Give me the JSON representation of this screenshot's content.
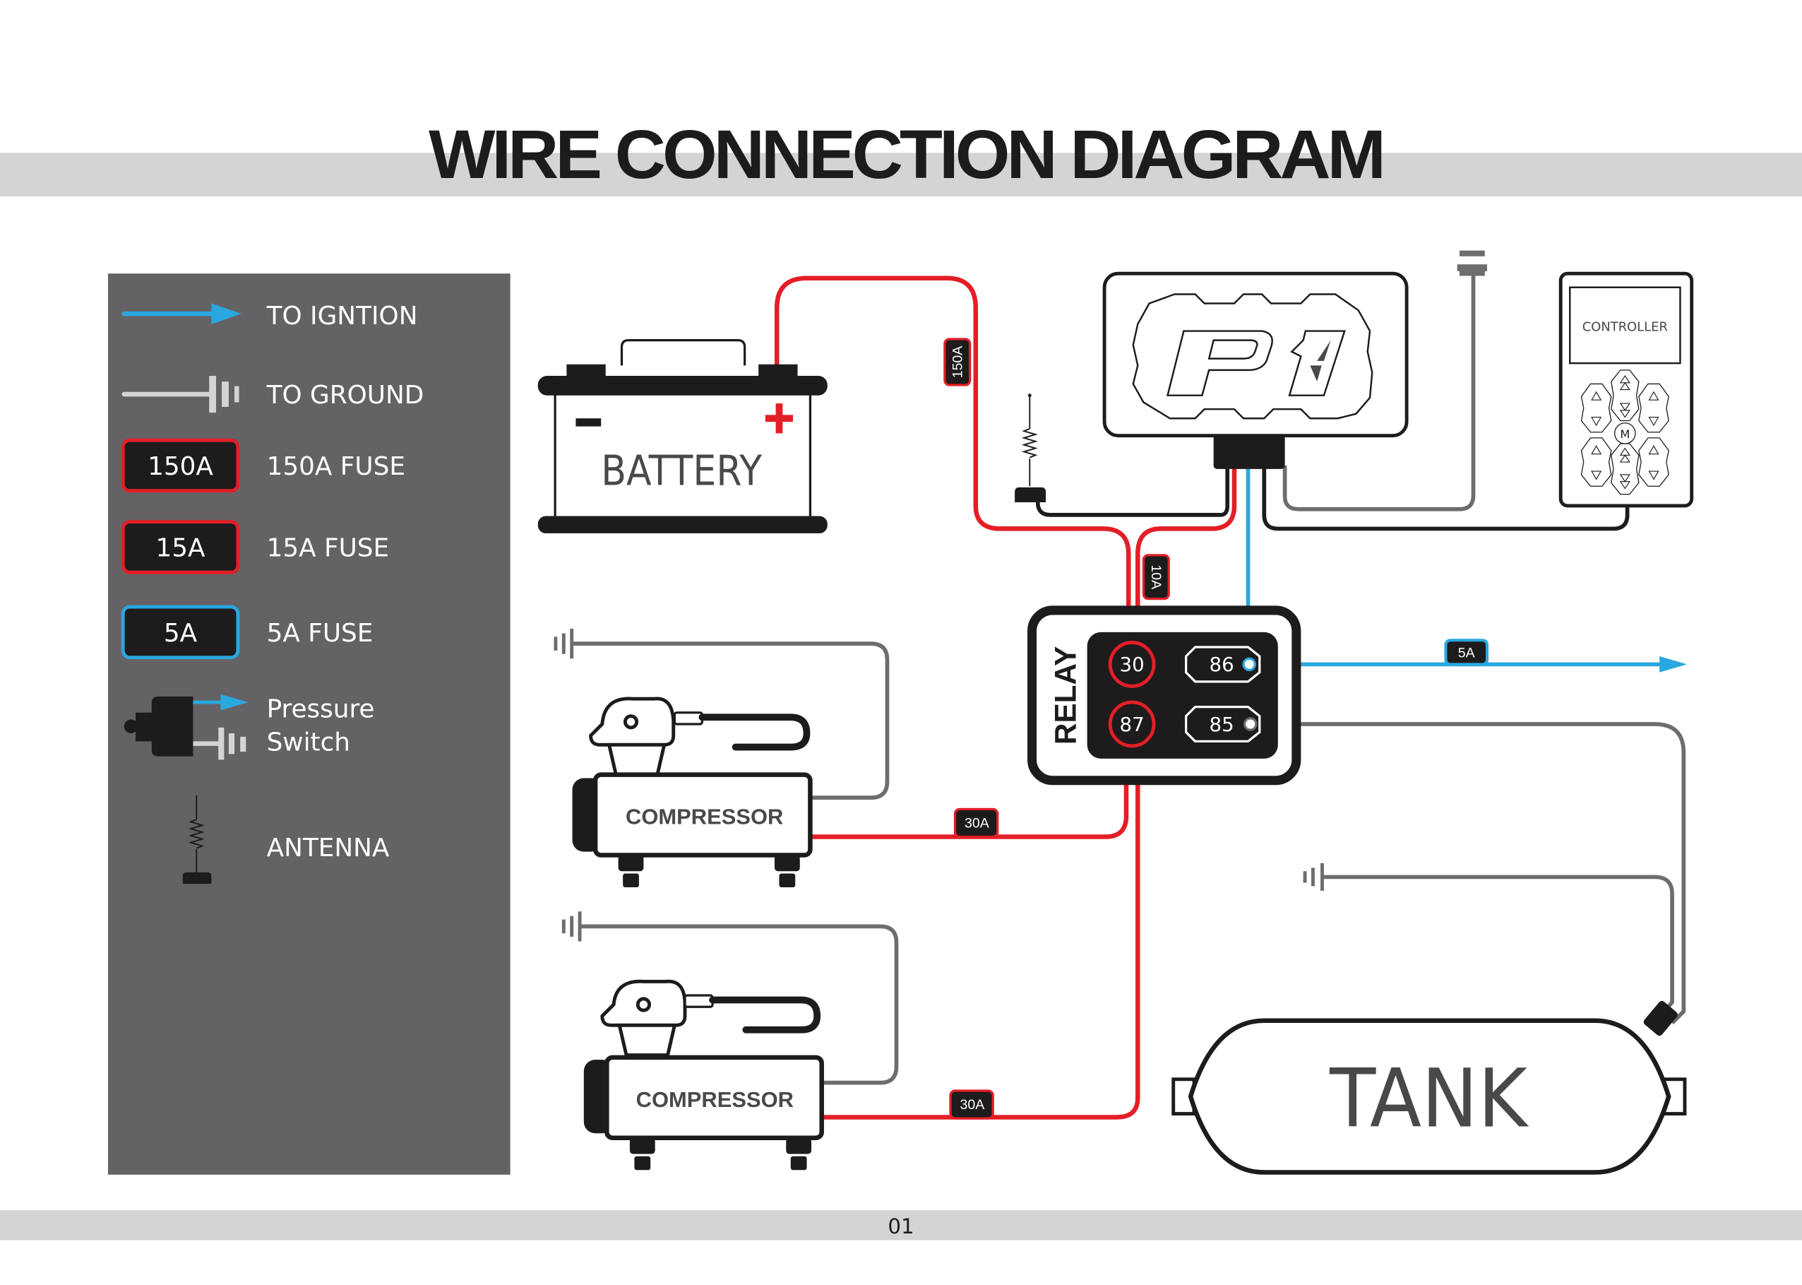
{
  "header": {
    "title": "WIRE CONNECTION DIAGRAM"
  },
  "footer": {
    "page_number": "01"
  },
  "colors": {
    "red_wire": "#e31e26",
    "blue_wire": "#29a8e0",
    "gray_wire": "#6d6c6e",
    "black": "#1d1b1c",
    "legend_bg": "#656266",
    "band_bg": "#d4d4d4"
  },
  "legend": {
    "items": [
      {
        "icon": "blue-arrow-icon",
        "label": "TO IGNTION"
      },
      {
        "icon": "ground-icon",
        "label": "TO GROUND"
      },
      {
        "icon": "fuse-red-icon",
        "badge": "150A",
        "label": "150A FUSE"
      },
      {
        "icon": "fuse-red-icon",
        "badge": "15A",
        "label": "15A FUSE"
      },
      {
        "icon": "fuse-blue-icon",
        "badge": "5A",
        "label": "5A FUSE"
      },
      {
        "icon": "pressure-switch-icon",
        "label_line1": "Pressure",
        "label_line2": "Switch"
      },
      {
        "icon": "antenna-icon",
        "label": "ANTENNA"
      }
    ]
  },
  "components": {
    "battery": {
      "label": "BATTERY",
      "minus": "−",
      "plus": "+"
    },
    "controller": {
      "label": "CONTROLLER",
      "center_key": "M"
    },
    "ecu": {
      "logo": "P1"
    },
    "relay": {
      "label": "RELAY",
      "pins": [
        "30",
        "86",
        "87",
        "85"
      ]
    },
    "compressor_1": {
      "label": "COMPRESSOR"
    },
    "compressor_2": {
      "label": "COMPRESSOR"
    },
    "tank": {
      "label": "TANK"
    }
  },
  "fuses": {
    "main": "150A",
    "ecu": "10A",
    "ignition": "5A",
    "compressor_1": "30A",
    "compressor_2": "30A"
  }
}
